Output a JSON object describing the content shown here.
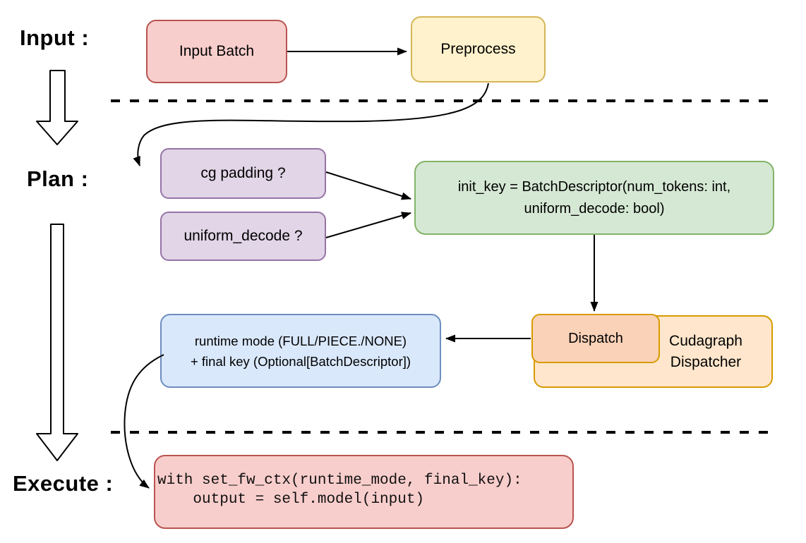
{
  "phase_labels": {
    "input": "Input :",
    "plan": "Plan :",
    "execute": "Execute :"
  },
  "nodes": {
    "input_batch": "Input Batch",
    "preprocess": "Preprocess",
    "cg_padding": "cg padding ?",
    "uniform_decode": "uniform_decode ?",
    "init_key_line1": "init_key = BatchDescriptor(num_tokens: int,",
    "init_key_line2": "uniform_decode: bool)",
    "dispatch": "Dispatch",
    "cudagraph_dispatcher": "Cudagraph Dispatcher",
    "runtime_line1": "runtime mode (FULL/PIECE./NONE)",
    "runtime_line2": "+ final key (Optional[BatchDescriptor])",
    "code_line1": "with set_fw_ctx(runtime_mode, final_key):",
    "code_line2": "    output = self.model(input)"
  },
  "colors": {
    "red_fill": "#f8cecc",
    "red_stroke": "#b85450",
    "yellow_fill": "#fff2cc",
    "yellow_stroke": "#d6b656",
    "purple_fill": "#e1d5e7",
    "purple_stroke": "#9673a6",
    "green_fill": "#d5e8d4",
    "green_stroke": "#82b366",
    "blue_fill": "#dae8fc",
    "blue_stroke": "#6c8ebf",
    "orange_fill": "#ffe6cc",
    "orange_inner_fill": "#fad2b8",
    "orange_stroke": "#d79b00",
    "line": "#000000"
  }
}
